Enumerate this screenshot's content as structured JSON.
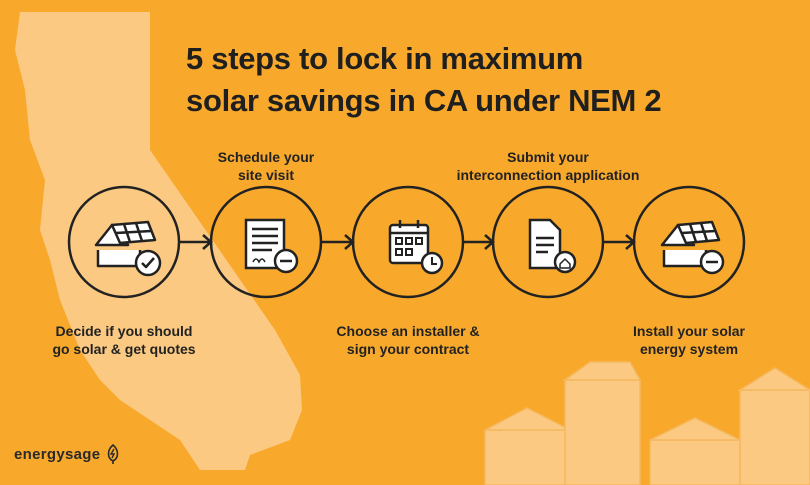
{
  "title_line1": "5 steps to lock in maximum",
  "title_line2": "solar savings in CA under NEM 2",
  "steps": [
    {
      "label": "Decide if you should go solar & get quotes",
      "icon": "house-solar-check-icon"
    },
    {
      "label": "Schedule your site visit",
      "icon": "signed-document-icon"
    },
    {
      "label": "Choose an installer & sign your contract",
      "icon": "calendar-clock-icon"
    },
    {
      "label": "Submit your interconnection application",
      "icon": "document-home-icon"
    },
    {
      "label": "Install your solar energy system",
      "icon": "house-solar-icon"
    }
  ],
  "labels": {
    "s1a": "Decide if you should",
    "s1b": "go solar & get quotes",
    "s2a": "Schedule your",
    "s2b": "site visit",
    "s3a": "Choose an installer &",
    "s3b": "sign your contract",
    "s4a": "Submit your",
    "s4b": "interconnection application",
    "s5a": "Install your solar",
    "s5b": "energy system"
  },
  "brand": "energysage",
  "colors": {
    "background": "#f8a92c",
    "accent_light": "#fbc982",
    "ink": "#222222"
  }
}
